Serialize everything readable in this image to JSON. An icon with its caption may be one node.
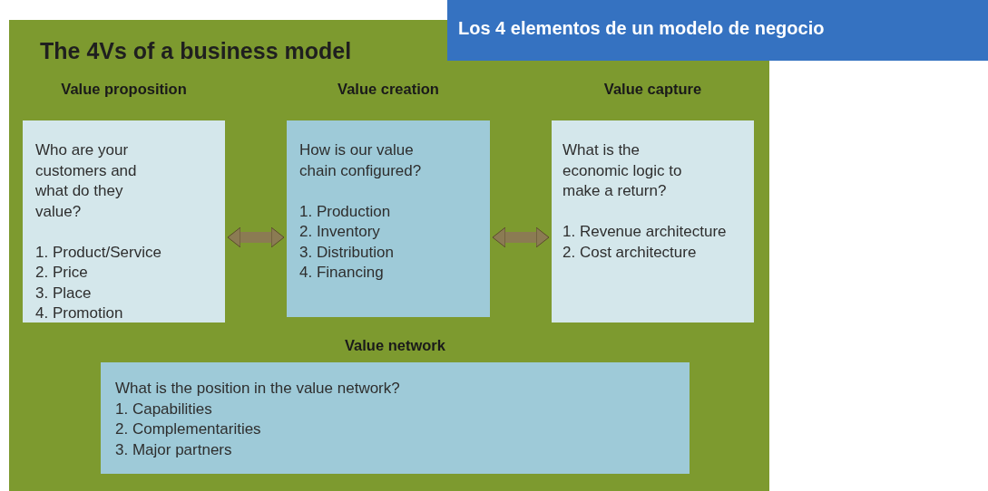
{
  "diagram": {
    "title": "The 4Vs of a business model",
    "nodes": [
      {
        "text": [
          "Value proposition",
          "Who are your customers and what do they value?",
          "1. Product/Service",
          "2. Price",
          "3. Place",
          "4. Promotion"
        ]
      },
      {
        "text": [
          "Value creation",
          "How is our value chain configured?",
          "1. Production",
          "2. Inventory",
          "3. Distribution",
          "4. Financing"
        ]
      },
      {
        "text": [
          "Value capture",
          "What is the economic logic to make a return?",
          "1. Revenue architecture",
          "2. Cost architecture"
        ]
      },
      {
        "text": [
          "Value network",
          "What is the position in the value network?",
          "1. Capabilities",
          "2. Complementarities",
          "3. Major partners"
        ]
      }
    ],
    "edges": [
      {
        "from": 0,
        "to": 1,
        "arrow": "both"
      },
      {
        "from": 1,
        "to": 2,
        "arrow": "both"
      }
    ],
    "labels": [
      "Los 4 elementos de un modelo de negocio"
    ]
  }
}
